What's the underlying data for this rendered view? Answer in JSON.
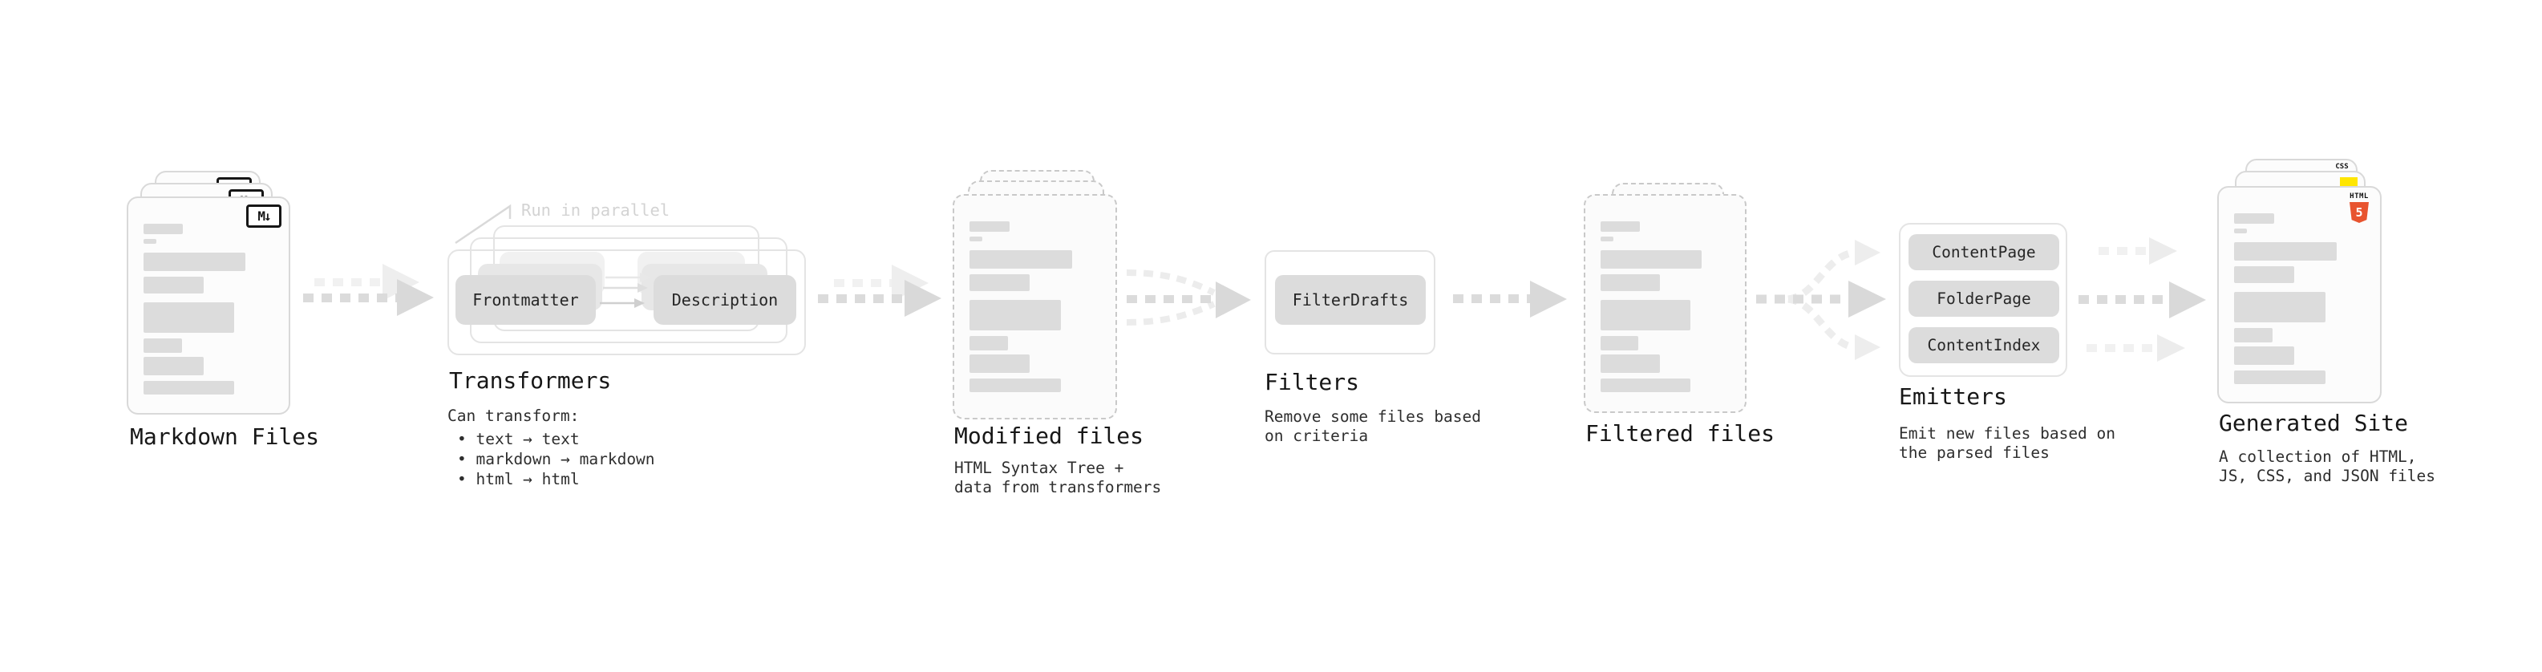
{
  "stages": {
    "markdown_files": {
      "title": "Markdown Files"
    },
    "transformers": {
      "title": "Transformers",
      "callout": "Run in parallel",
      "pill_left": "Frontmatter",
      "pill_right": "Description",
      "subtitle": "Can transform:",
      "bullets": [
        "• text → text",
        "• markdown → markdown",
        "• html → html"
      ]
    },
    "modified_files": {
      "title": "Modified files",
      "subtitle_lines": [
        "HTML Syntax Tree +",
        "data from transformers"
      ]
    },
    "filters": {
      "title": "Filters",
      "node": "FilterDrafts",
      "subtitle_lines": [
        "Remove some files based",
        "on criteria"
      ]
    },
    "filtered_files": {
      "title": "Filtered files"
    },
    "emitters": {
      "title": "Emitters",
      "nodes": [
        "ContentPage",
        "FolderPage",
        "ContentIndex"
      ],
      "subtitle_lines": [
        "Emit new files based on",
        "the parsed files"
      ]
    },
    "generated_site": {
      "title": "Generated Site",
      "subtitle_lines": [
        "A collection of HTML,",
        "JS, CSS, and JSON files"
      ]
    }
  },
  "icons": {
    "markdown_badge": "M↓",
    "css_badge": "CSS",
    "html5_badge_label": "HTML",
    "html5_badge_number": "5"
  },
  "colors": {
    "arrow_main": "#dbdbdb",
    "arrow_light": "#f1f1f1",
    "node_fill": "#dcdcdc",
    "html5_orange": "#e8542f",
    "js_yellow": "#ffe600",
    "css_blue": "#2d6ff0"
  }
}
